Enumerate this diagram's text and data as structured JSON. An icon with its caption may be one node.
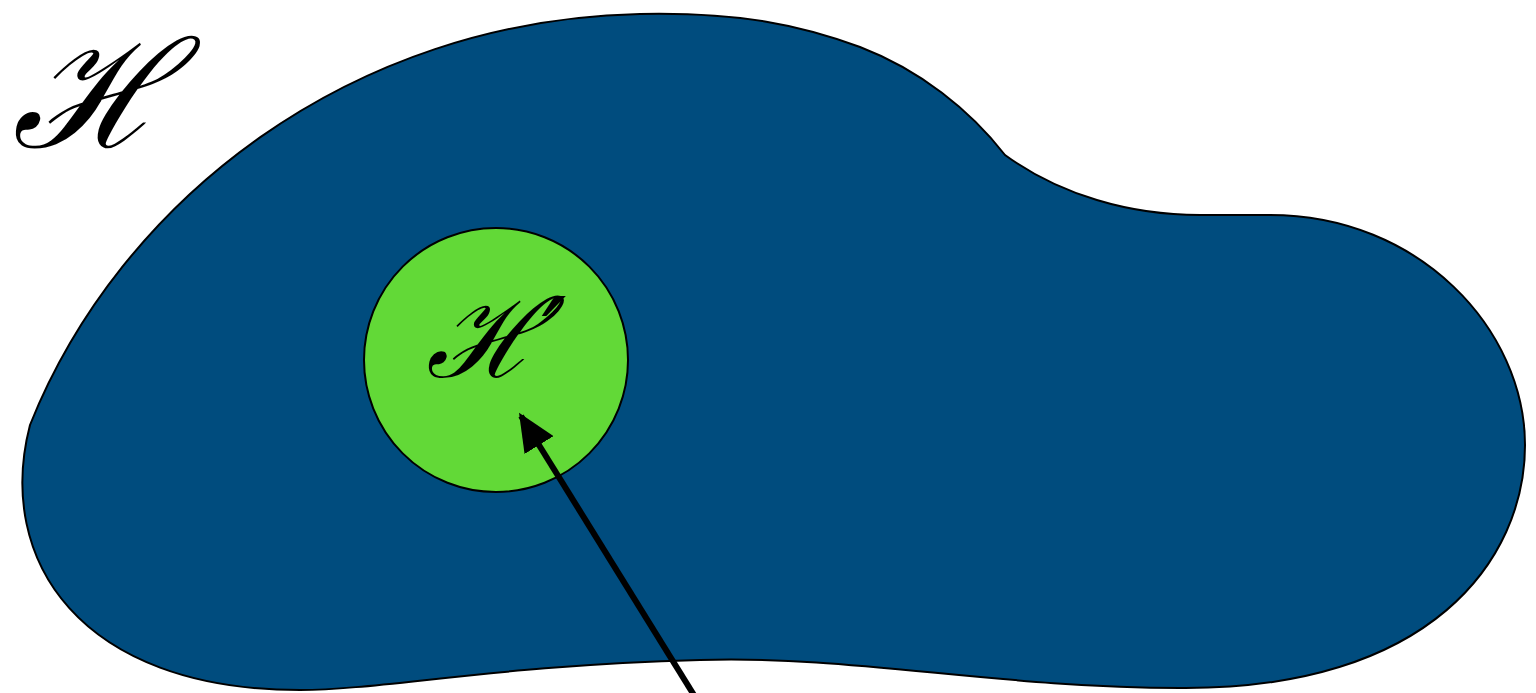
{
  "diagram": {
    "nodes": [
      {
        "text": [
          "ℋ"
        ]
      },
      {
        "text": [
          "ℋ′"
        ],
        "in": 0
      }
    ],
    "edges": [
      {
        "from": null,
        "to": 1,
        "arrow": "to"
      }
    ]
  }
}
